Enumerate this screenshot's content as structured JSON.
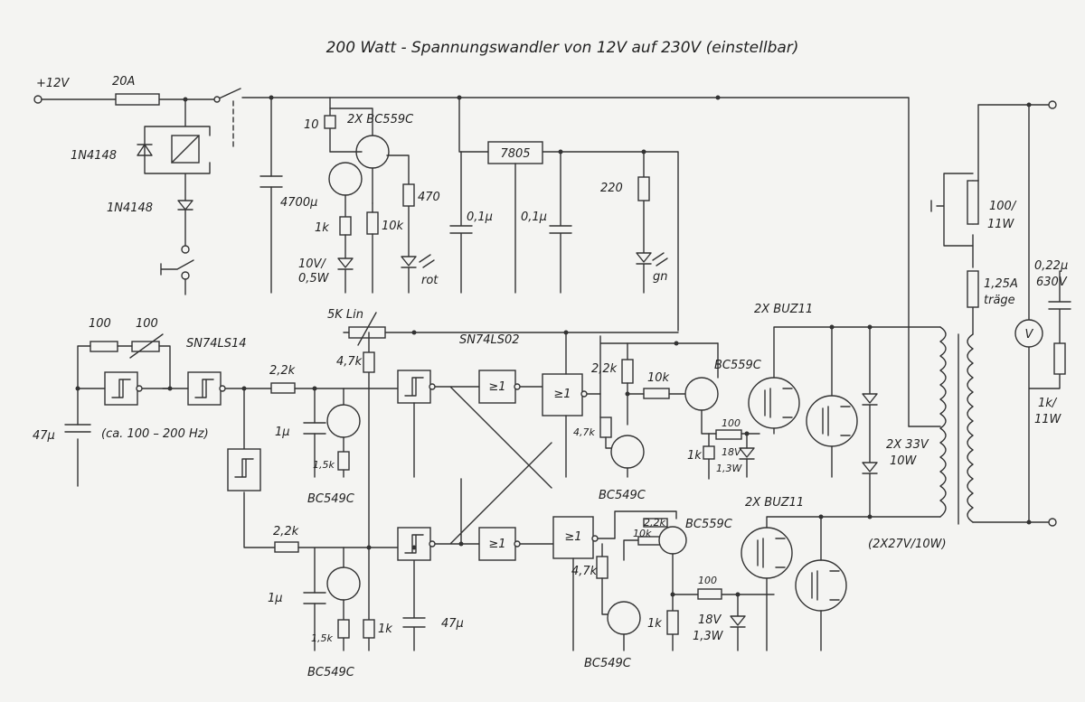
{
  "title": "200 Watt - Spannungswandler von 12V auf 230V (einstellbar)",
  "supply": {
    "terminal": "+12V",
    "fuse": "20A"
  },
  "relay_section": {
    "diode_top": "1N4148",
    "diode_bottom": "1N4148"
  },
  "regulator": {
    "cap_bulk": "4700µ",
    "transistor_pair": "2X BC559C",
    "r_base": "10",
    "r_1k": "1k",
    "r_10k": "10k",
    "zener": "10V/",
    "zener_power": "0,5W",
    "r_led": "470",
    "led_red": "rot",
    "ic_7805": "7805",
    "cap_in": "0,1µ",
    "cap_out": "0,1µ",
    "r_220": "220",
    "led_green": "gn"
  },
  "oscillator": {
    "r_100_a": "100",
    "r_100_b": "100",
    "schmitt_ic": "SN74LS14",
    "cap_timing": "47µ",
    "freq_note": "(ca. 100 – 200 Hz)",
    "r_22k_top": "2,2k",
    "r_22k_bottom": "2,2k",
    "cap_1u_top": "1µ",
    "cap_1u_bottom": "1µ",
    "r_15k_top": "1,5k",
    "r_15k_bottom": "1,5k",
    "q_top": "BC549C",
    "q_bottom": "BC549C",
    "pot": "5K Lin",
    "r_47k": "4,7k",
    "r_1k_bottom": "1k",
    "cap_47u_bottom": "47µ"
  },
  "gates": {
    "nor_ic": "SN74LS02",
    "nor_symbol": "≥1"
  },
  "driver_top": {
    "r_22k": "2,2k",
    "r_10k": "10k",
    "r_47k": "4,7k",
    "q_npn": "BC549C",
    "q_pnp": "BC559C",
    "r_100": "100",
    "r_1k": "1k",
    "zener": "18V",
    "zener_power": "1,3W",
    "mosfets": "2X BUZ11"
  },
  "driver_bottom": {
    "r_22k": "2,2k",
    "r_10k": "10k",
    "r_47k": "4,7k",
    "q_npn": "BC549C",
    "q_pnp": "BC559C",
    "r_100": "100",
    "r_1k": "1k",
    "zener": "18V",
    "zener_power": "1,3W",
    "mosfets": "2X BUZ11"
  },
  "output": {
    "clamp_zeners": "2X 33V",
    "clamp_power": "10W",
    "transformer": "(2X27V/10W)",
    "r_100": "100/",
    "r_100_power": "11W",
    "fuse": "1,25A",
    "fuse_type": "träge",
    "cap": "0,22µ",
    "cap_voltage": "630V",
    "meter": "V",
    "r_1k": "1k/",
    "r_1k_power": "11W"
  }
}
